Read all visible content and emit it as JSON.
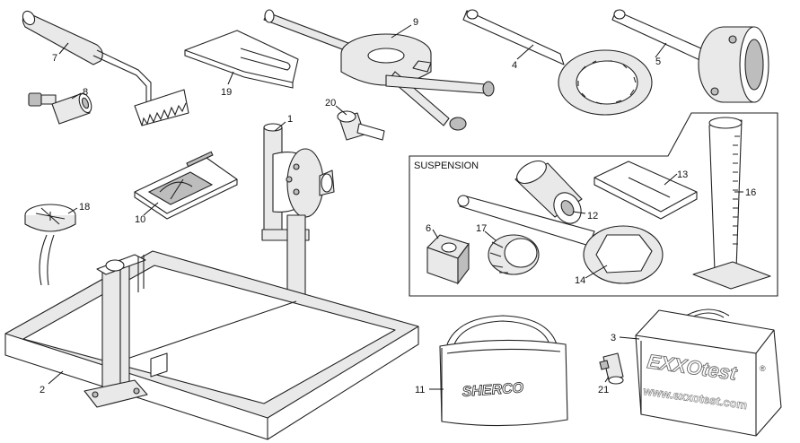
{
  "section_label": "SUSPENSION",
  "callouts": {
    "c1": "1",
    "c2": "2",
    "c3": "3",
    "c4": "4",
    "c5": "5",
    "c6": "6",
    "c7": "7",
    "c8": "8",
    "c9": "9",
    "c10": "10",
    "c11": "11",
    "c12": "12",
    "c13": "13",
    "c14": "14",
    "c16": "16",
    "c17": "17",
    "c18": "18",
    "c19": "19",
    "c20": "20",
    "c21": "21"
  },
  "bag_brand": "SHERCO",
  "case_brand": "EXXOtest",
  "case_url": "www.exxotest.com",
  "case_trademark": "®"
}
